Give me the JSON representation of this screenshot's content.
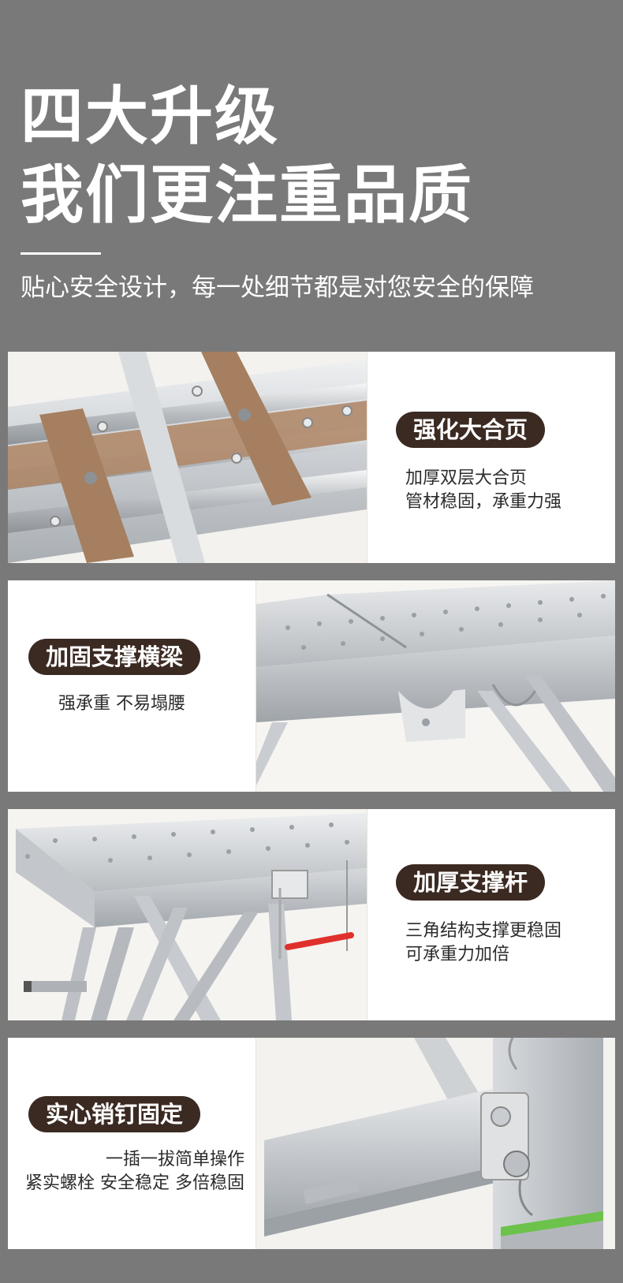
{
  "hero": {
    "line1": "四大升级",
    "line2": "我们更注重品质",
    "subtitle": "贴心安全设计，每一处细节都是对您安全的保障"
  },
  "features": [
    {
      "title": "强化大合页",
      "desc": [
        "加厚双层大合页",
        "管材稳固，承重力强"
      ]
    },
    {
      "title": "加固支撑横梁",
      "desc": [
        "强承重 不易塌腰"
      ]
    },
    {
      "title": "加厚支撑杆",
      "desc": [
        "三角结构支撑更稳固",
        "可承重力加倍"
      ]
    },
    {
      "title": "实心销钉固定",
      "desc": [
        "一插一拔简单操作",
        "紧实螺栓 安全稳定 多倍稳固"
      ]
    }
  ],
  "colors": {
    "background": "#7a7979",
    "pill": "#3b2a22",
    "accent_red": "#e0302c",
    "accent_green": "#6cc24a",
    "wood": "#b08a6a"
  }
}
